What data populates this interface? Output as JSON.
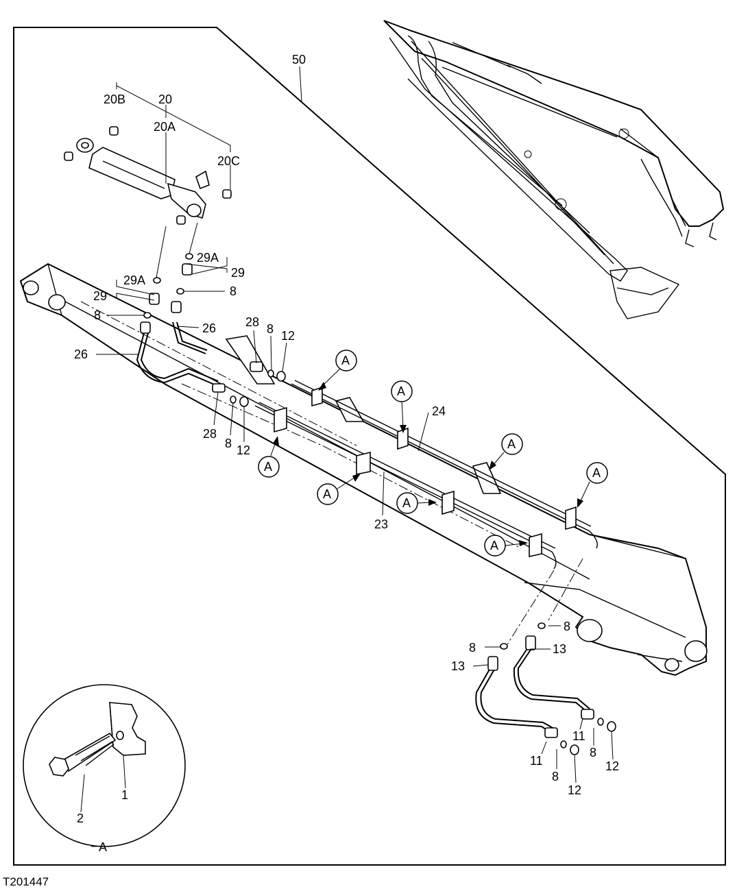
{
  "figure_id": "T201447",
  "callout_labels": {
    "kit": "50",
    "cylinder": "20",
    "cylinder_body": "20A",
    "bushing_b": "20B",
    "bushing_c": "20C",
    "oring_29a_upper": "29A",
    "fitting_29_upper": "29",
    "oring_29a_lower": "29A",
    "fitting_29_lower": "29",
    "oring_8_a": "8",
    "oring_8_b": "8",
    "hose_26_upper": "26",
    "hose_26_lower": "26",
    "fitting_28_upper": "28",
    "oring_8_c": "8",
    "washer_12_upper": "12",
    "fitting_28_lower": "28",
    "oring_8_d": "8",
    "washer_12_lower": "12",
    "tube_24": "24",
    "tube_23": "23",
    "clamp_a1": "A",
    "clamp_a2": "A",
    "clamp_a3": "A",
    "clamp_a4": "A",
    "clamp_a5": "A",
    "clamp_a6": "A",
    "clamp_a7": "A",
    "clamp_a8": "A",
    "oring_8_e": "8",
    "oring_8_f": "8",
    "hose_13_right": "13",
    "hose_13_left": "13",
    "fitting_11_right": "11",
    "oring_8_g": "8",
    "washer_12_g": "12",
    "fitting_11_left": "11",
    "oring_8_h": "8",
    "washer_12_h": "12",
    "detail_clamp": "1",
    "detail_bolt": "2",
    "detail_title": "A"
  }
}
